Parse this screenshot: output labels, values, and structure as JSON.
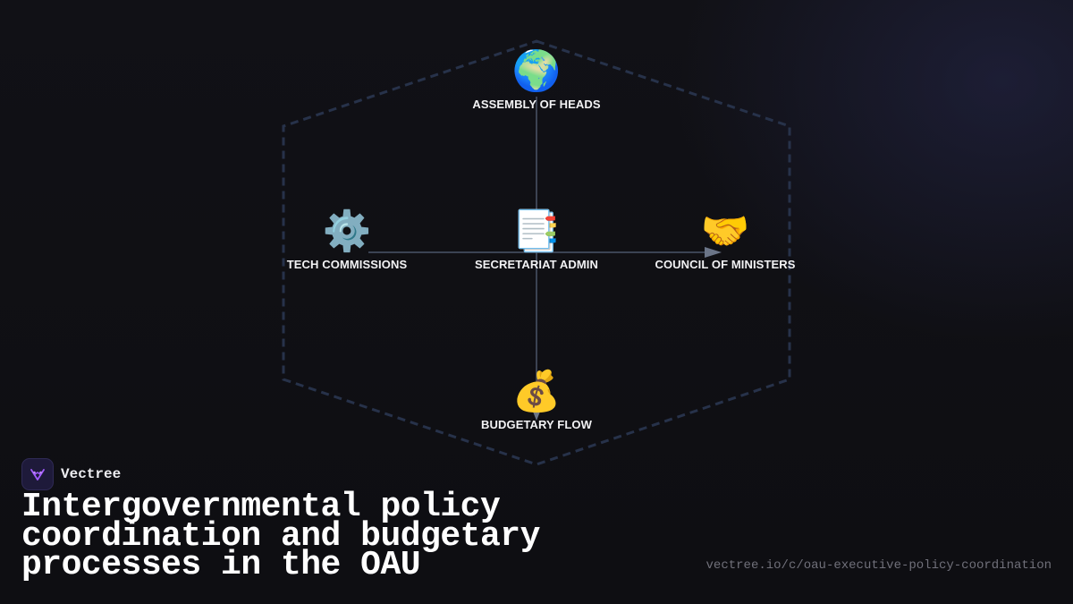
{
  "brand": {
    "name": "Vectree",
    "logo_icon": "vectree-logo-icon",
    "accent": "#a35bff"
  },
  "title": "Intergovernmental policy coordination and budgetary processes in the OAU",
  "url": "vectree.io/c/oau-executive-policy-coordination",
  "colors": {
    "background": "#101014",
    "hexagon_stroke": "#27324a",
    "connector": "#4a5468",
    "arrowhead": "#6b7588",
    "label_text": "#f2f2f4"
  },
  "diagram": {
    "nodes": [
      {
        "id": "assembly",
        "label": "ASSEMBLY OF HEADS",
        "icon": "globe-icon",
        "glyph": "🌍"
      },
      {
        "id": "tech",
        "label": "TECH COMMISSIONS",
        "icon": "gear-icon",
        "glyph": "⚙️"
      },
      {
        "id": "secretariat",
        "label": "SECRETARIAT ADMIN",
        "icon": "notebook-icon",
        "glyph": "📑"
      },
      {
        "id": "council",
        "label": "COUNCIL OF MINISTERS",
        "icon": "handshake-icon",
        "glyph": "🤝"
      },
      {
        "id": "budget",
        "label": "BUDGETARY FLOW",
        "icon": "money-bag-icon",
        "glyph": "💰"
      }
    ],
    "edges": [
      {
        "from": "assembly",
        "to": "budget",
        "arrow": true
      },
      {
        "from": "tech",
        "to": "council",
        "arrow": true
      }
    ]
  }
}
